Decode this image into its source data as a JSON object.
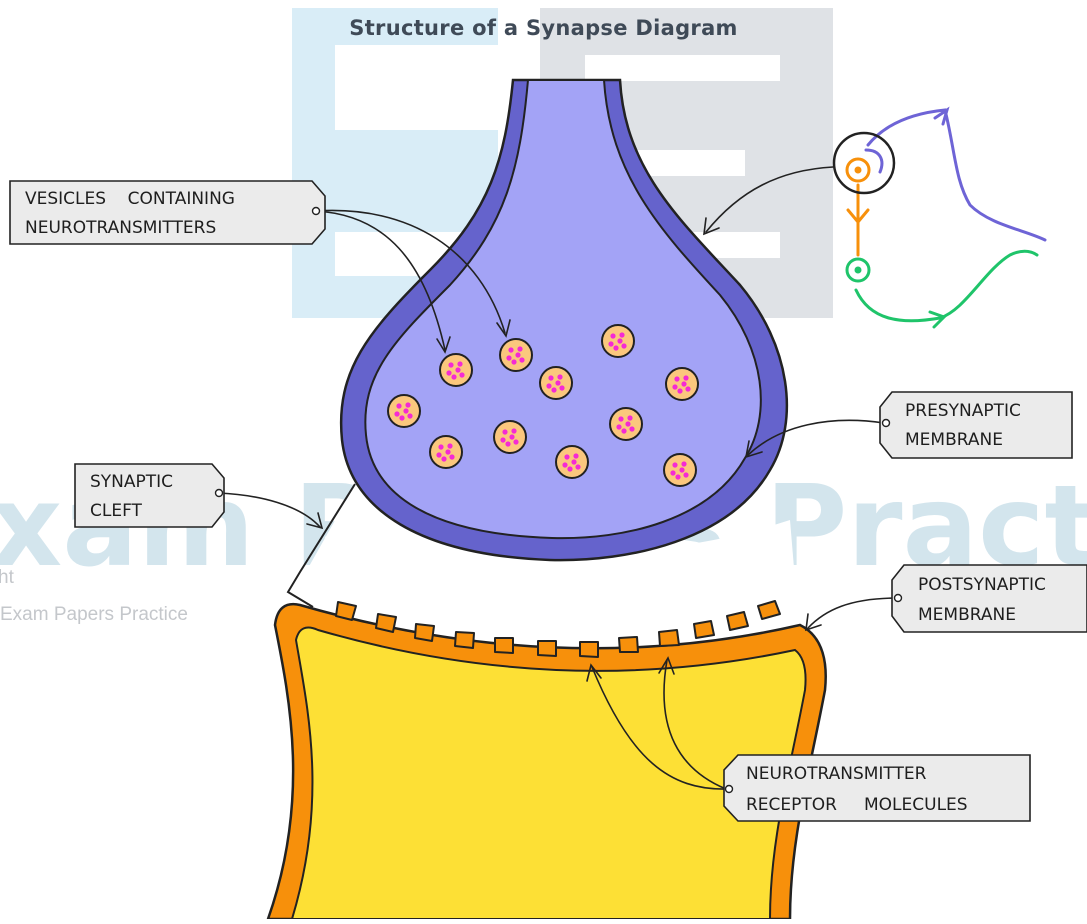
{
  "title": "Structure of a Synapse Diagram",
  "watermark": {
    "brand": "Exam Papers Practice",
    "big_fragment": "xam Papers Practic",
    "copyright_fragment": "ht",
    "copyright_line": "Exam Papers Practice"
  },
  "labels": {
    "vesicles": {
      "line1": "VESICLES    CONTAINING",
      "line2": "NEUROTRANSMITTERS"
    },
    "presynaptic": {
      "line1": "PRESYNAPTIC",
      "line2": "MEMBRANE"
    },
    "cleft": {
      "line1": "SYNAPTIC",
      "line2": "CLEFT"
    },
    "postsynaptic": {
      "line1": "POSTSYNAPTIC",
      "line2": "MEMBRANE"
    },
    "receptors": {
      "line1": "NEUROTRANSMITTER",
      "line2": "RECEPTOR     MOLECULES"
    }
  },
  "colors": {
    "presynaptic_fill": "#a3a3f6",
    "presynaptic_membrane": "#6563cc",
    "postsynaptic_fill": "#fde035",
    "postsynaptic_membrane": "#f7900b",
    "vesicle_fill": "#fbc77d",
    "neurotransmitter": "#f52ad4",
    "label_box": "#ebebeb",
    "watermark_blue": "#d9edf7",
    "watermark_grey": "#dfe2e6",
    "inset_sensory": "#6e64d6",
    "inset_relay": "#f7900b",
    "inset_motor": "#1fc46a"
  }
}
